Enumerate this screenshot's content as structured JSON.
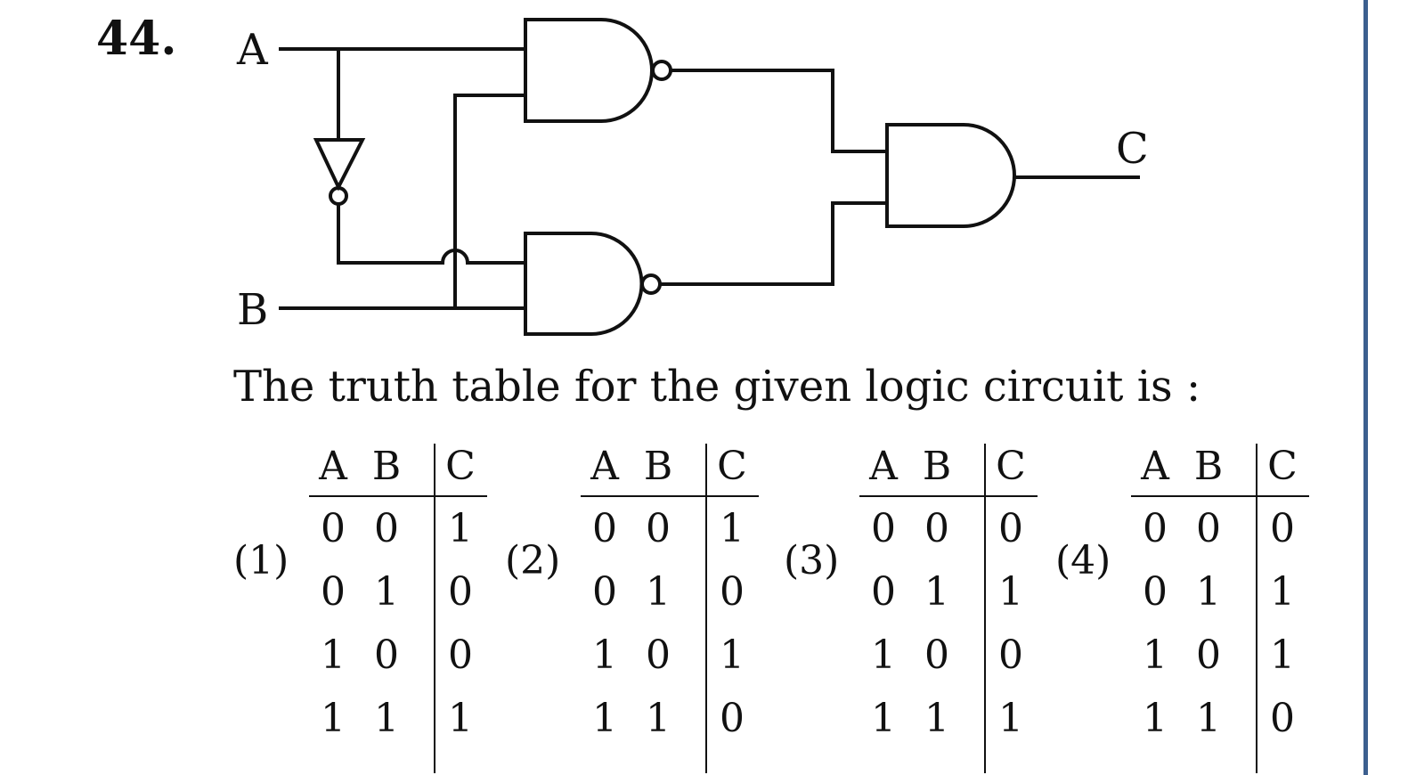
{
  "question": {
    "number": "44.",
    "text": "The truth table for the given logic circuit is :"
  },
  "circuit": {
    "input_a": "A",
    "input_b": "B",
    "output": "C"
  },
  "options": [
    {
      "label": "(1)",
      "headers": [
        "A",
        "B",
        "C"
      ],
      "rows": [
        [
          "0",
          "0",
          "1"
        ],
        [
          "0",
          "1",
          "0"
        ],
        [
          "1",
          "0",
          "0"
        ],
        [
          "1",
          "1",
          "1"
        ]
      ]
    },
    {
      "label": "(2)",
      "headers": [
        "A",
        "B",
        "C"
      ],
      "rows": [
        [
          "0",
          "0",
          "1"
        ],
        [
          "0",
          "1",
          "0"
        ],
        [
          "1",
          "0",
          "1"
        ],
        [
          "1",
          "1",
          "0"
        ]
      ]
    },
    {
      "label": "(3)",
      "headers": [
        "A",
        "B",
        "C"
      ],
      "rows": [
        [
          "0",
          "0",
          "0"
        ],
        [
          "0",
          "1",
          "1"
        ],
        [
          "1",
          "0",
          "0"
        ],
        [
          "1",
          "1",
          "1"
        ]
      ]
    },
    {
      "label": "(4)",
      "headers": [
        "A",
        "B",
        "C"
      ],
      "rows": [
        [
          "0",
          "0",
          "0"
        ],
        [
          "0",
          "1",
          "1"
        ],
        [
          "1",
          "0",
          "1"
        ],
        [
          "1",
          "1",
          "0"
        ]
      ]
    }
  ]
}
